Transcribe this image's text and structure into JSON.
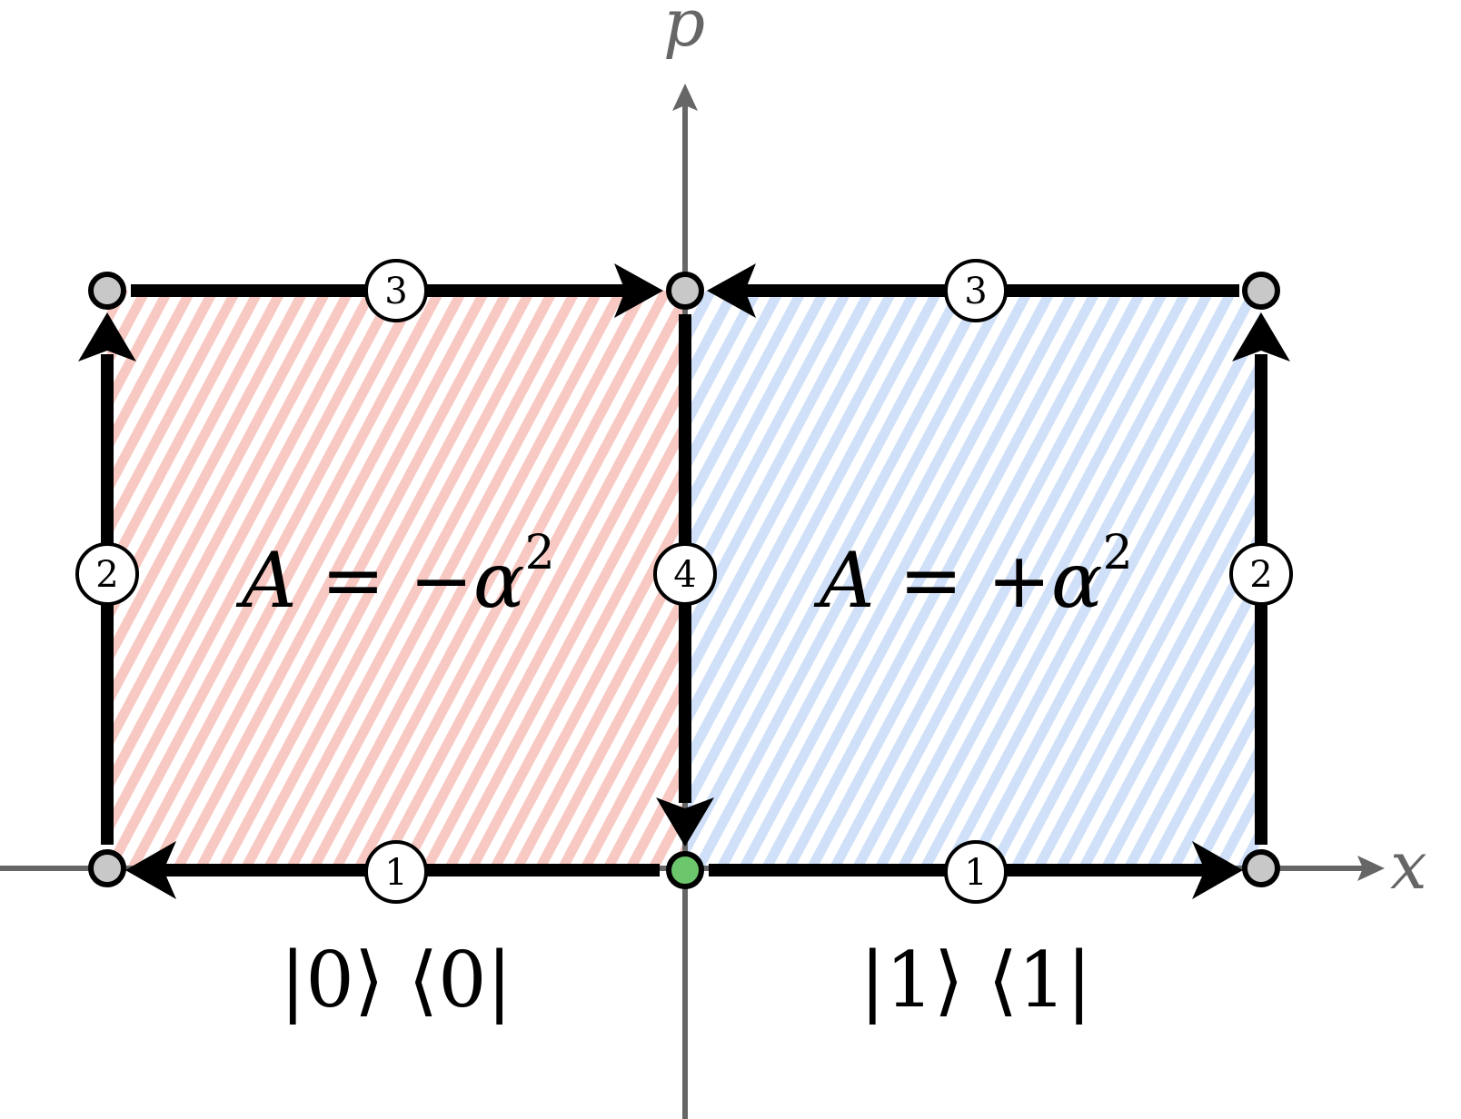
{
  "axes": {
    "x_label": "x",
    "p_label": "p"
  },
  "regions": {
    "left": {
      "area_prefix": "A = ",
      "area_value": "−α",
      "area_exponent": "2",
      "state_label": "|0⟩ ⟨0|",
      "fill_color": "#f8c9c2"
    },
    "right": {
      "area_prefix": "A = ",
      "area_value": "+α",
      "area_exponent": "2",
      "state_label": "|1⟩ ⟨1|",
      "fill_color": "#c8dcf7"
    }
  },
  "steps": {
    "bottom_left": "1",
    "bottom_right": "1",
    "left_side": "2",
    "right_side": "2",
    "top_left": "3",
    "top_right": "3",
    "center": "4"
  },
  "colors": {
    "axis": "#666666",
    "path": "#000000",
    "node_gray": "#c8c8c8",
    "node_origin": "#6cc66c"
  }
}
